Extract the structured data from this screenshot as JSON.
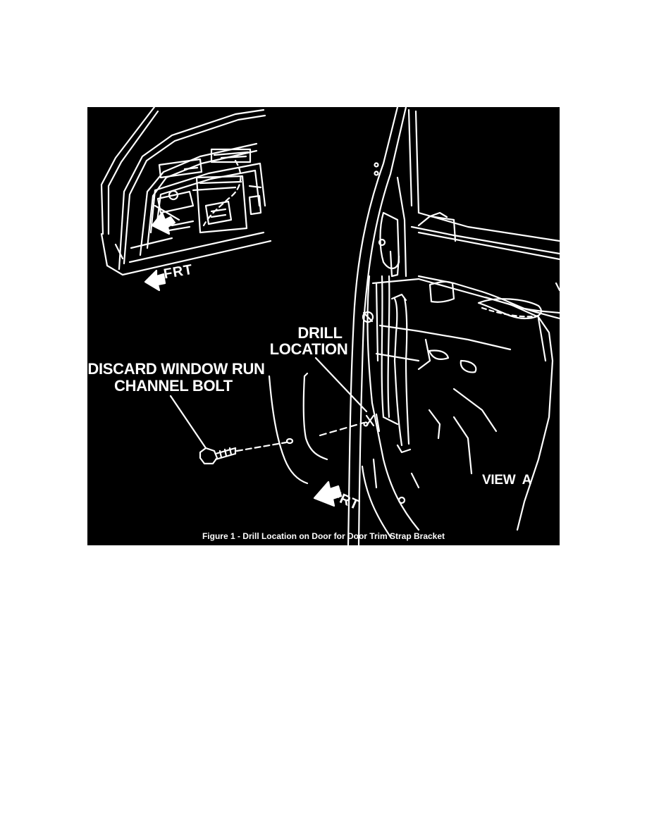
{
  "figure": {
    "callouts": {
      "drill_location_line1": "DRILL",
      "drill_location_line2": "LOCATION",
      "discard_bolt_line1": "DISCARD WINDOW RUN",
      "discard_bolt_line2": "CHANNEL BOLT",
      "view_label": "VIEW  A",
      "frt_upper": "FRT",
      "frt_lower": "FRT"
    },
    "caption": "Figure 1 - Drill Location on Door for Door Trim Strap Bracket",
    "colors": {
      "background": "#000000",
      "line_art": "#ffffff",
      "page": "#ffffff"
    }
  }
}
